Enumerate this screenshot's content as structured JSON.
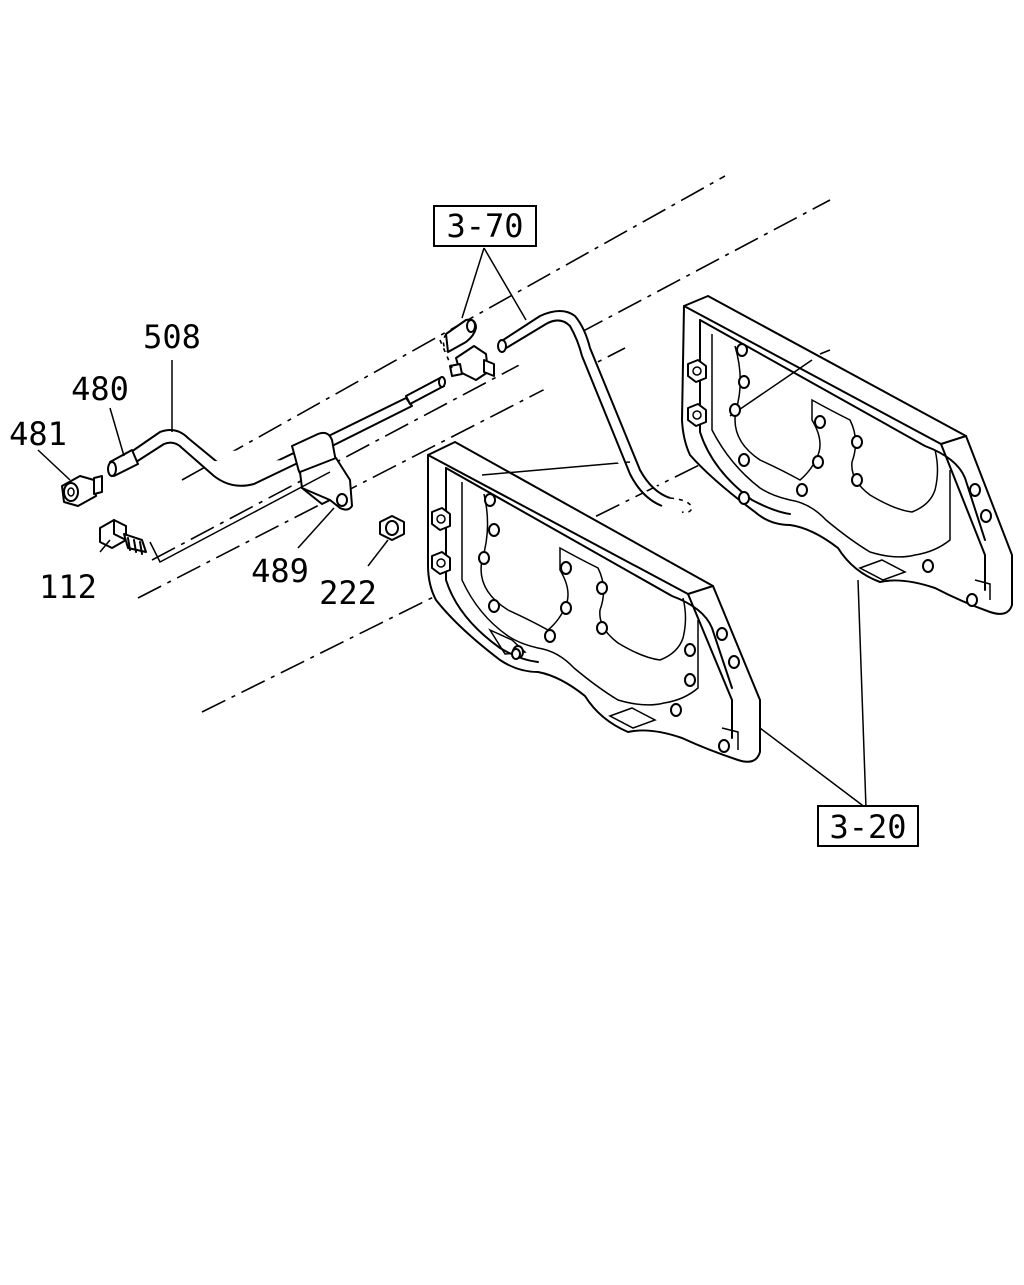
{
  "callouts": {
    "ref_3_70": "3-70",
    "ref_3_20": "3-20",
    "part_508": "508",
    "part_480": "480",
    "part_481": "481",
    "part_112": "112",
    "part_489": "489",
    "part_222": "222"
  }
}
